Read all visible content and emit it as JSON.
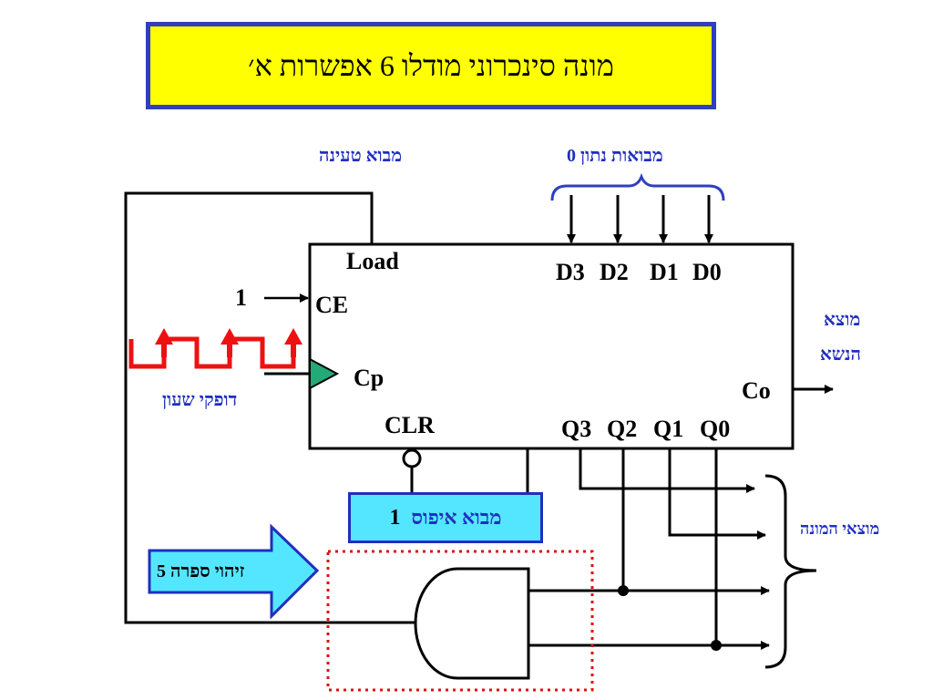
{
  "title": "מונה סינכרוני מודלו 6 אפשרות א׳",
  "labels": {
    "load_input": "מבוא טעינה",
    "data_inputs": "מבואות נתון 0",
    "carry_out": "מוצא",
    "carry_out_2": "הנשא",
    "counter_outputs": "מוצאי המונה",
    "clock_pulses": "דופקי שעון",
    "reset_input": "מבוא איפוס",
    "reset_value": "1",
    "detect_five": "זיהוי ספרה 5",
    "ce_value": "1"
  },
  "pins": {
    "load": "Load",
    "ce": "CE",
    "cp": "Cp",
    "clr": "CLR",
    "co": "Co",
    "d3": "D3",
    "d2": "D2",
    "d1": "D1",
    "d0": "D0",
    "q3": "Q3",
    "q2": "Q2",
    "q1": "Q1",
    "q0": "Q0"
  },
  "colors": {
    "title_bg": "#ffff00",
    "title_border": "#2f3fbf",
    "label_blue": "#1f2fbf",
    "cyan": "#55e6ff",
    "clock_red": "#ee1111",
    "clock_triangle": "#22aa77",
    "dotted_red": "#dd1111"
  }
}
